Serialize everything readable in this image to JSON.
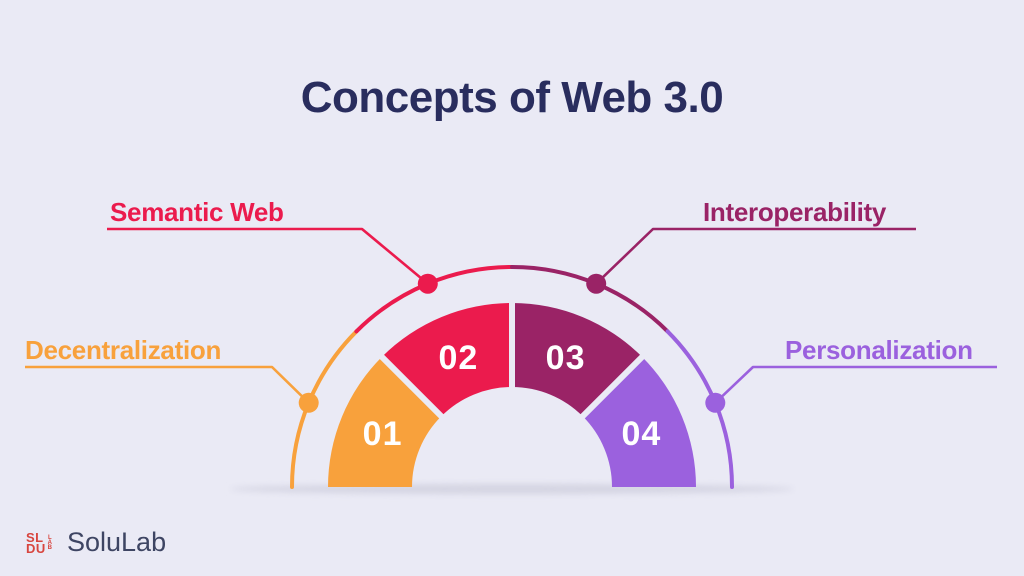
{
  "title": "Concepts of Web 3.0",
  "colors": {
    "background": "#EAEAF5",
    "title_text": "#292D5E",
    "orange": "#F8A13C",
    "red": "#EB1B4D",
    "magenta": "#9A2366",
    "purple": "#9B61DE",
    "number_text": "#FFFFFF",
    "shadow": "#D4D4E2",
    "brand_text": "#3E4563",
    "logo_red": "#D8453E"
  },
  "segments": [
    {
      "number": "01",
      "label": "Decentralization",
      "color": "#F8A13C",
      "position": "bottom-left"
    },
    {
      "number": "02",
      "label": "Semantic Web",
      "color": "#EB1B4D",
      "position": "top-left"
    },
    {
      "number": "03",
      "label": "Interoperability",
      "color": "#9A2366",
      "position": "top-right"
    },
    {
      "number": "04",
      "label": "Personalization",
      "color": "#9B61DE",
      "position": "bottom-right"
    }
  ],
  "footer": {
    "brand": "SoluLab",
    "logo_mark": {
      "line1": "SL",
      "line2": "DU",
      "side": "LAB"
    }
  }
}
